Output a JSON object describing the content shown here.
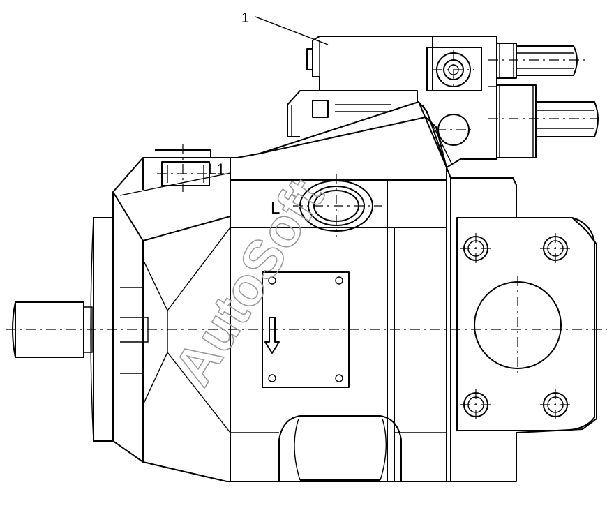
{
  "labels": {
    "callout": "1",
    "port_l": "L",
    "port_l1": "L1"
  },
  "watermark": {
    "text": "AutoSoft",
    "color": "#9a9a9a"
  },
  "colors": {
    "line": "#000000",
    "background": "#ffffff"
  }
}
